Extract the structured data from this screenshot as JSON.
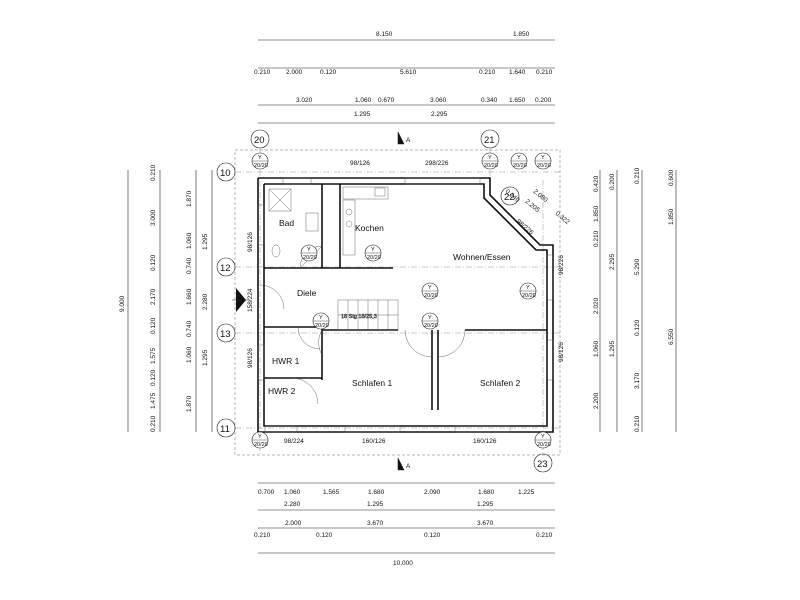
{
  "top_dims": {
    "row1": [
      "8.150",
      "1.850"
    ],
    "row2": [
      "0.210",
      "2.000",
      "0.120",
      "5.610",
      "0.210",
      "1.640",
      "0.210"
    ],
    "row3": [
      "3.020",
      "1.060",
      "0.670",
      "3.060",
      "0.340",
      "1.650",
      "0.200"
    ],
    "row4": [
      "1.295",
      "2.295"
    ]
  },
  "bottom_dims": {
    "row1": [
      "0.700",
      "1.060",
      "1.565",
      "1.680",
      "2.090",
      "1.680",
      "1.225"
    ],
    "row2": [
      "2.280",
      "1.295",
      "1.295"
    ],
    "row3": [
      "2.000",
      "3.670",
      "3.670"
    ],
    "row4": [
      "0.210",
      "0.120",
      "0.120",
      "0.210"
    ],
    "total": "10.000"
  },
  "left_dims": {
    "total": "9.000",
    "col1": [
      "0.210",
      "3.000",
      "0.120",
      "2.170",
      "0.120",
      "1.575",
      "0.120",
      "1.475",
      "0.210"
    ],
    "col2": [
      "1.870",
      "1.060",
      "0.740",
      "1.660",
      "0.740",
      "1.060",
      "1.870"
    ],
    "col3": [
      "1.295",
      "2.280",
      "1.295"
    ]
  },
  "right_dims": {
    "col1": [
      "0.420",
      "1.850",
      "0.210",
      "2.020",
      "1.060",
      "2.200"
    ],
    "col2": [
      "0.200",
      "2.295",
      "1.295"
    ],
    "col3": [
      "0.210",
      "5.290",
      "0.120",
      "3.170",
      "0.210"
    ],
    "col4": [
      "0.600",
      "1.850",
      "6.550"
    ]
  },
  "diag_dims": [
    "2.080",
    "0.240",
    "2.205",
    "0.322"
  ],
  "axes": [
    "20",
    "21",
    "22",
    "10",
    "12",
    "13",
    "11",
    "23"
  ],
  "section_marks": [
    "A",
    "A"
  ],
  "rooms": {
    "bad": "Bad",
    "kochen": "Kochen",
    "wohnen": "Wohnen/Essen",
    "diele": "Diele",
    "hwr1": "HWR 1",
    "hwr2": "HWR 2",
    "schlafen1": "Schlafen 1",
    "schlafen2": "Schlafen 2"
  },
  "openings": {
    "top_left": "98/126",
    "top_right": "298/226",
    "diag": "98/226",
    "left_bad": "98/126",
    "left_entry": "158/224",
    "left_hwr": "98/126",
    "right_upper": "98/226",
    "right_lower": "98/126",
    "bottom_1": "98/224",
    "bottom_2": "160/126",
    "bottom_3": "160/126"
  },
  "column_tag": "20/20",
  "column_tag_prefix": "Y",
  "stair_label": "18 Stg\n18/25,3"
}
